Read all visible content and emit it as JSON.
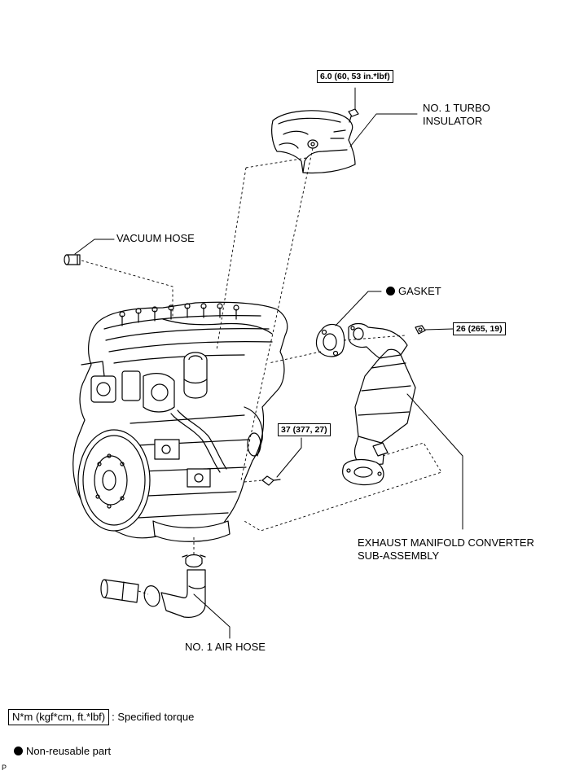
{
  "labels": {
    "turbo_insulator_line1": "NO. 1 TURBO",
    "turbo_insulator_line2": "INSULATOR",
    "vacuum_hose": "VACUUM HOSE",
    "gasket": "GASKET",
    "exhaust_line1": "EXHAUST MANIFOLD CONVERTER",
    "exhaust_line2": "SUB-ASSEMBLY",
    "air_hose": "NO. 1 AIR HOSE"
  },
  "torques": {
    "insulator_bolt": "6.0 (60, 53 in.*lbf)",
    "manifold_nut": "26 (265, 19)",
    "bracket_bolt": "37 (377, 27)"
  },
  "legend": {
    "torque_unit": "N*m (kgf*cm, ft.*lbf)",
    "torque_desc": ": Specified torque",
    "non_reusable": "Non-reusable part"
  },
  "corner_mark": "P",
  "colors": {
    "line": "#000000",
    "background": "#ffffff"
  }
}
